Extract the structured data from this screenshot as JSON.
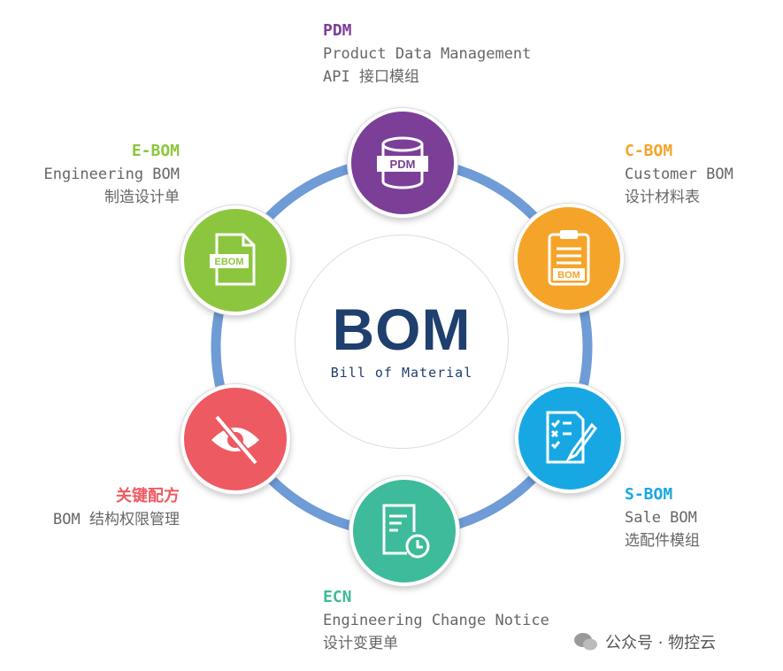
{
  "center": {
    "title": "BOM",
    "subtitle": "Bill of Material"
  },
  "nodes": [
    {
      "id": "pdm",
      "title": "PDM",
      "line1": "Product Data Management",
      "line2": "API 接口模组",
      "icon_text": "PDM",
      "color": "#7b3f98"
    },
    {
      "id": "cbom",
      "title": "C-BOM",
      "line1": "Customer BOM",
      "line2": "设计材料表",
      "icon_text": "BOM",
      "color": "#f5a42a"
    },
    {
      "id": "sbom",
      "title": "S-BOM",
      "line1": "Sale BOM",
      "line2": "选配件模组",
      "color": "#17a8e3"
    },
    {
      "id": "ecn",
      "title": "ECN",
      "line1": "Engineering Change Notice",
      "line2": "设计变更单",
      "color": "#3dbb9a"
    },
    {
      "id": "formula",
      "title": "关键配方",
      "line1": "BOM 结构权限管理",
      "color": "#ee5a62"
    },
    {
      "id": "ebom",
      "title": "E-BOM",
      "line1": "Engineering BOM",
      "line2": "制造设计单",
      "icon_text": "EBOM",
      "color": "#8cc63f"
    }
  ],
  "ring_color": "#6f9bd6",
  "watermark": "公众号 · 物控云"
}
